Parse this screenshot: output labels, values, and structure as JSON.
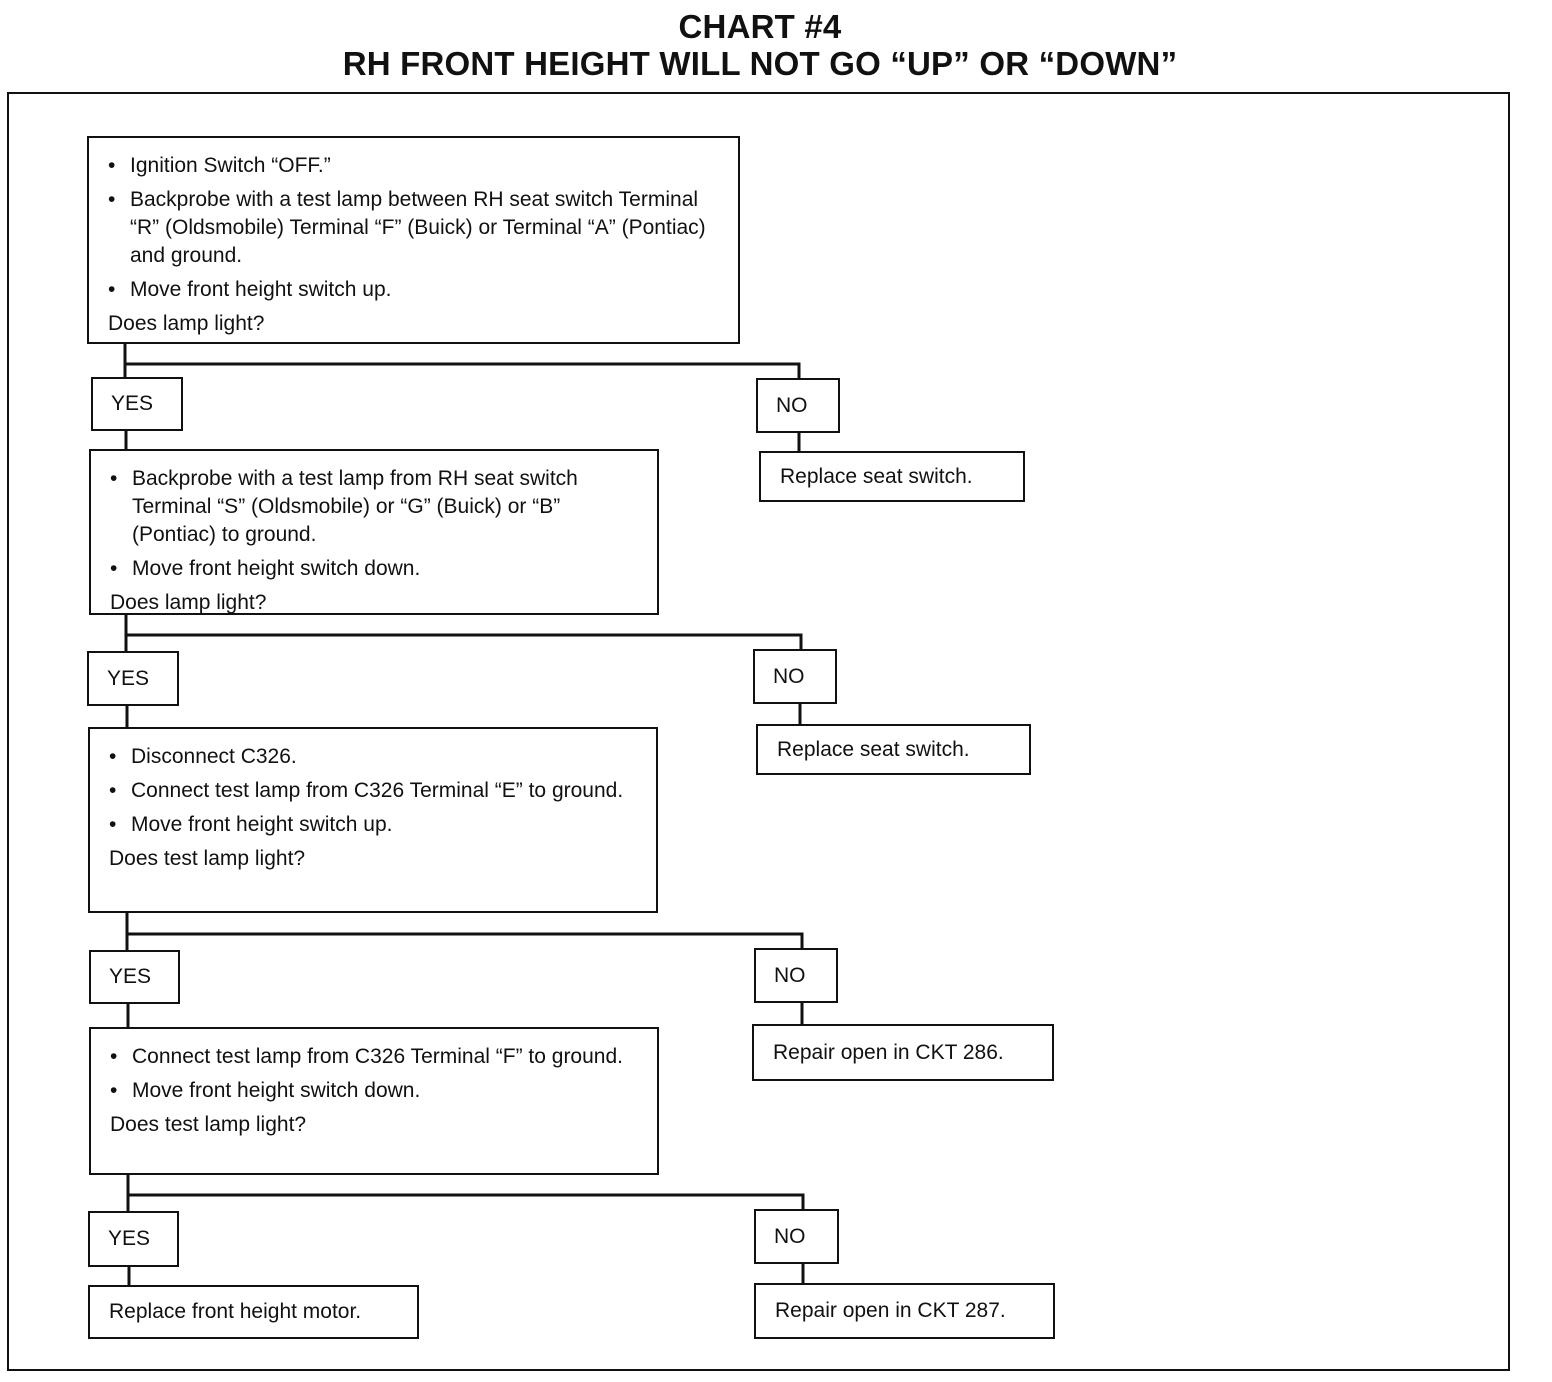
{
  "title": {
    "line1": "CHART #4",
    "line2": "RH FRONT HEIGHT WILL NOT GO “UP” OR “DOWN”"
  },
  "steps": [
    {
      "bullets": [
        "Ignition Switch “OFF.”",
        "Backprobe with a test lamp between RH seat switch Terminal “R” (Oldsmobile) Terminal “F” (Buick) or Terminal “A” (Pontiac) and ground.",
        "Move front height switch up."
      ],
      "question": "Does lamp light?"
    },
    {
      "bullets": [
        "Backprobe with a test lamp from RH seat switch Terminal “S” (Oldsmobile) or “G” (Buick) or “B” (Pontiac) to ground.",
        "Move front height switch down."
      ],
      "question": "Does lamp light?"
    },
    {
      "bullets": [
        "Disconnect C326.",
        "Connect test lamp from C326 Terminal “E” to ground.",
        "Move front height switch up."
      ],
      "question": "Does test lamp light?"
    },
    {
      "bullets": [
        "Connect test lamp from C326 Terminal “F” to ground.",
        "Move front height switch down."
      ],
      "question": "Does test lamp light?"
    }
  ],
  "labels": {
    "yes": "YES",
    "no": "NO"
  },
  "results": {
    "no1": "Replace seat switch.",
    "no2": "Replace seat switch.",
    "no3": "Repair open in CKT 286.",
    "no4": "Repair open in CKT 287.",
    "yes4": "Replace front height motor."
  }
}
